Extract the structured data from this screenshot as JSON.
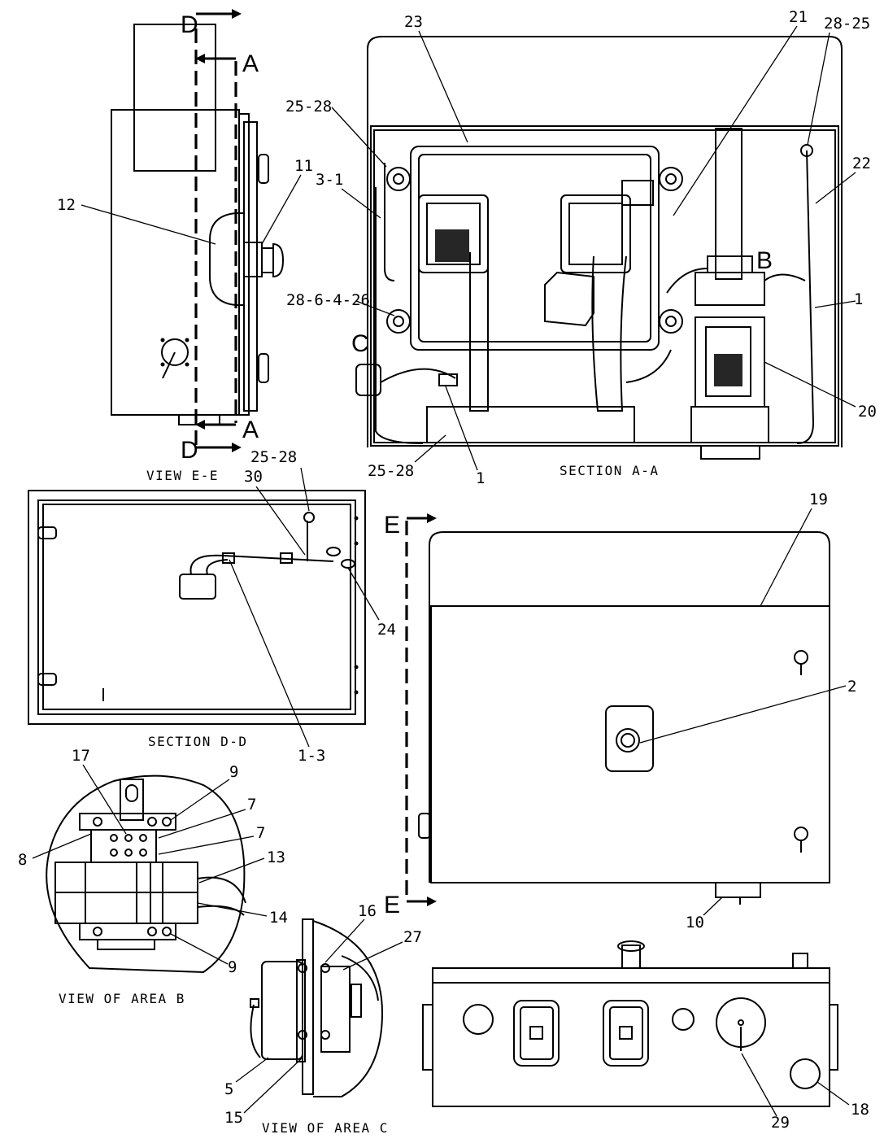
{
  "views": {
    "view_ee": "VIEW E-E",
    "section_aa": "SECTION A-A",
    "section_dd": "SECTION D-D",
    "view_area_b": "VIEW OF AREA B",
    "view_area_c": "VIEW OF AREA C"
  },
  "section_letters": {
    "d": "D",
    "a": "A",
    "e": "E",
    "b": "B",
    "c": "C"
  },
  "callouts": {
    "c1": "1",
    "c1_3": "1-3",
    "c2": "2",
    "c3_1": "3-1",
    "c5": "5",
    "c7": "7",
    "c8": "8",
    "c9": "9",
    "c10": "10",
    "c11": "11",
    "c12": "12",
    "c13": "13",
    "c14": "14",
    "c15": "15",
    "c16": "16",
    "c17": "17",
    "c18": "18",
    "c19": "19",
    "c20": "20",
    "c21": "21",
    "c22": "22",
    "c23": "23",
    "c24": "24",
    "c25_28": "25-28",
    "c27": "27",
    "c28_25": "28-25",
    "c28_6_4_26": "28-6-4-26",
    "c29": "29",
    "c30": "30"
  }
}
